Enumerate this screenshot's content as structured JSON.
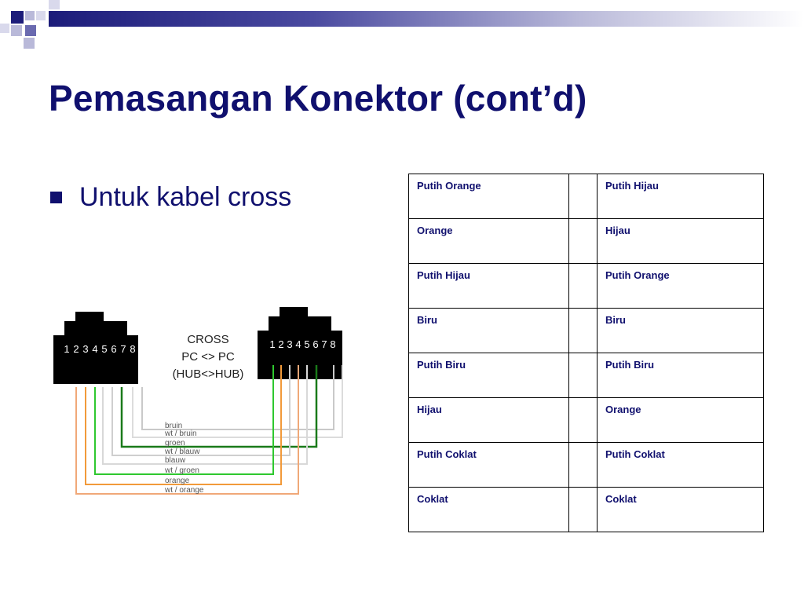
{
  "slide": {
    "title": "Pemasangan Konektor (cont’d)",
    "bullet": "Untuk kabel cross",
    "accent_color": "#10106e"
  },
  "diagram": {
    "heading_lines": [
      "CROSS",
      "PC <> PC",
      "(HUB<>HUB)"
    ],
    "left_pins": [
      "1",
      "2",
      "3",
      "4",
      "5",
      "6",
      "7",
      "8"
    ],
    "right_pins": [
      "1",
      "2",
      "3",
      "4",
      "5",
      "6",
      "7",
      "8"
    ],
    "wire_labels": [
      "bruin",
      "wt / bruin",
      "groen",
      "wt / blauw",
      "blauw",
      "wt / groen",
      "orange",
      "wt / orange"
    ]
  },
  "table": {
    "rows": [
      {
        "left": "Putih Orange",
        "mid": "",
        "right": "Putih Hijau"
      },
      {
        "left": "Orange",
        "mid": "",
        "right": "Hijau"
      },
      {
        "left": "Putih Hijau",
        "mid": "",
        "right": "Putih Orange"
      },
      {
        "left": "Biru",
        "mid": "",
        "right": "Biru"
      },
      {
        "left": "Putih Biru",
        "mid": "",
        "right": "Putih Biru"
      },
      {
        "left": "Hijau",
        "mid": "",
        "right": "Orange"
      },
      {
        "left": "Putih Coklat",
        "mid": "",
        "right": "Putih Coklat"
      },
      {
        "left": "Coklat",
        "mid": "",
        "right": "Coklat"
      }
    ]
  }
}
